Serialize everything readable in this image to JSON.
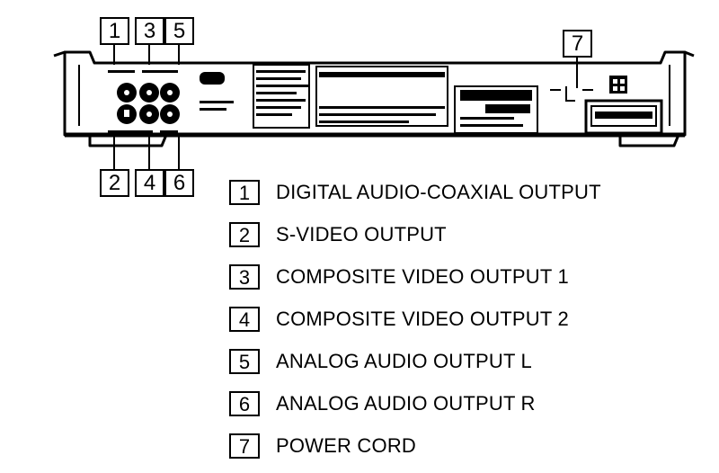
{
  "callouts_top": [
    "1",
    "3",
    "5",
    "7"
  ],
  "callouts_bottom": [
    "2",
    "4",
    "6"
  ],
  "legend": [
    {
      "num": "1",
      "label": "DIGITAL AUDIO-COAXIAL OUTPUT"
    },
    {
      "num": "2",
      "label": "S-VIDEO OUTPUT"
    },
    {
      "num": "3",
      "label": "COMPOSITE VIDEO OUTPUT 1"
    },
    {
      "num": "4",
      "label": "COMPOSITE VIDEO OUTPUT 2"
    },
    {
      "num": "5",
      "label": "ANALOG AUDIO OUTPUT L"
    },
    {
      "num": "6",
      "label": "ANALOG AUDIO OUTPUT R"
    },
    {
      "num": "7",
      "label": "POWER CORD"
    }
  ],
  "colors": {
    "ink": "#000000",
    "paper": "#ffffff"
  }
}
